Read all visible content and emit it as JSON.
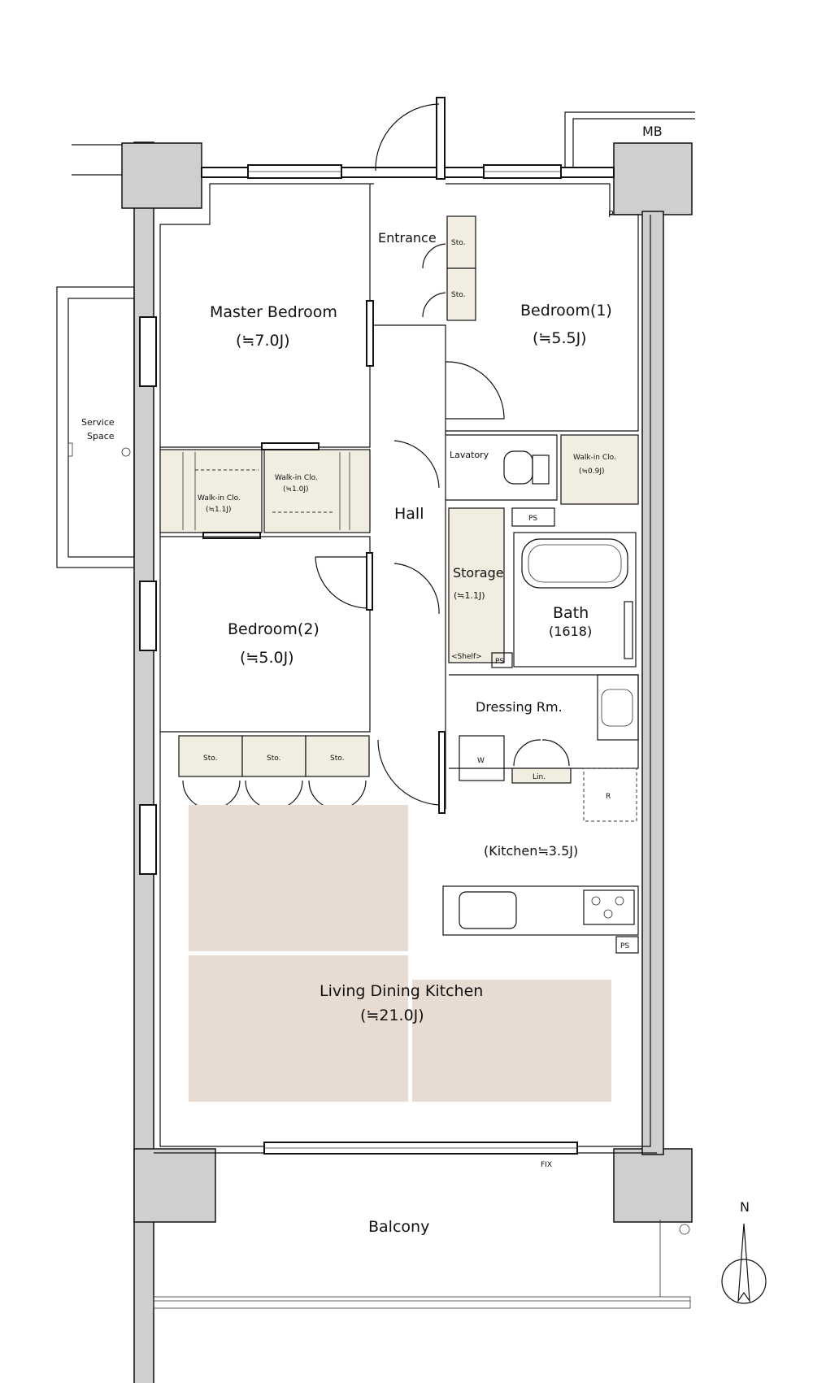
{
  "floorplan": {
    "rooms": {
      "master_bedroom": {
        "name": "Master Bedroom",
        "size": "(≒7.0J)"
      },
      "bedroom1": {
        "name": "Bedroom(1)",
        "size": "(≒5.5J)"
      },
      "bedroom2": {
        "name": "Bedroom(2)",
        "size": "(≒5.0J)"
      },
      "ldk": {
        "name": "Living Dining Kitchen",
        "size": "(≒21.0J)"
      },
      "kitchen": {
        "name": "(Kitchen≒3.5J)"
      },
      "entrance": {
        "name": "Entrance"
      },
      "hall": {
        "name": "Hall"
      },
      "lavatory": {
        "name": "Lavatory"
      },
      "storage": {
        "name": "Storage",
        "size": "(≒1.1J)",
        "shelf": "<Shelf>"
      },
      "bath": {
        "name": "Bath",
        "size": "(1618)"
      },
      "dressing": {
        "name": "Dressing Rm."
      },
      "balcony": {
        "name": "Balcony"
      },
      "service_space": {
        "line1": "Service",
        "line2": "Space"
      },
      "wic_master": {
        "name": "Walk-in Clo.",
        "size": "(≒1.0J)"
      },
      "wic_bedroom2": {
        "name": "Walk-in Clo.",
        "size": "(≒1.1J)"
      },
      "wic_bedroom1": {
        "name": "Walk-in Clo.",
        "size": "(≒0.9J)"
      }
    },
    "labels": {
      "mb": "MB",
      "p": "P",
      "ps": "PS",
      "sto": "Sto.",
      "washer": "W",
      "linen": "Lin.",
      "fridge": "R",
      "fix": "FIX"
    },
    "compass": {
      "north": "N"
    }
  }
}
